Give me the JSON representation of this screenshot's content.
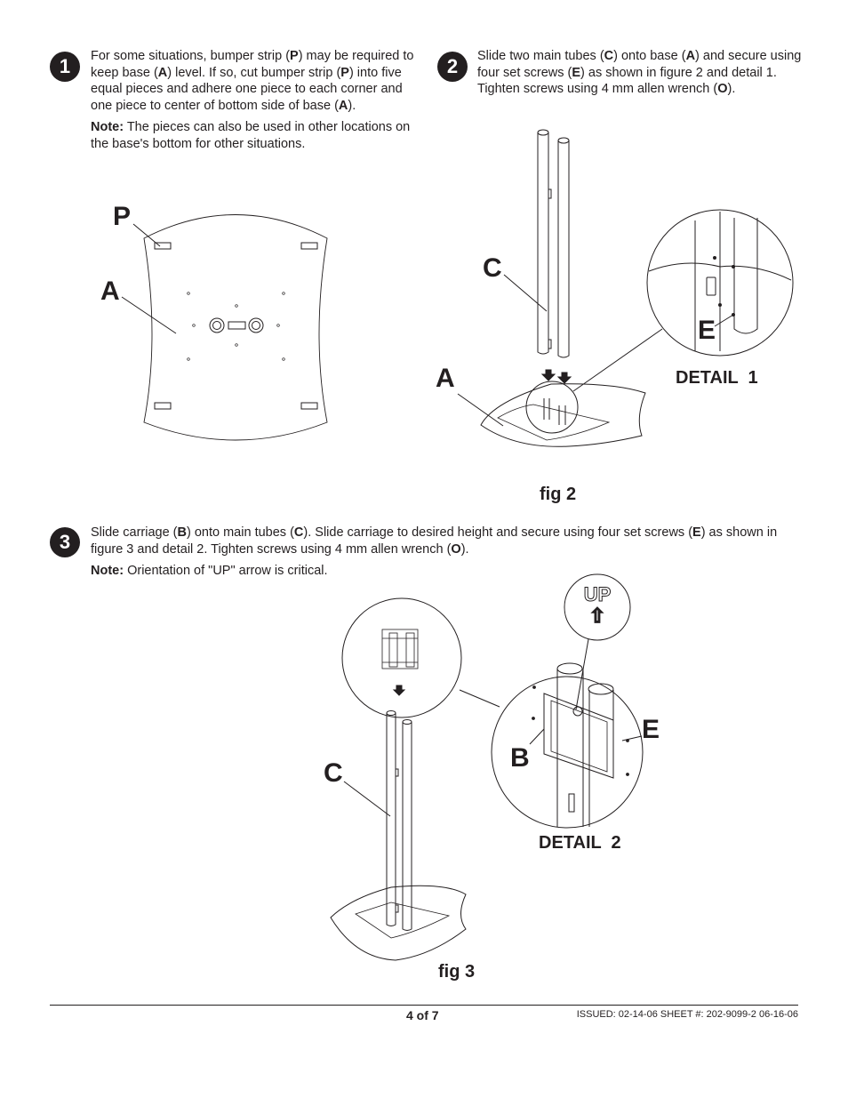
{
  "step1": {
    "number": "1",
    "p1": [
      "For some situations, bumper strip (",
      "P",
      ") may be required to keep base (",
      "A",
      ") level. If so, cut bumper strip (",
      "P",
      ") into five equal pieces and adhere one piece to each corner and one piece to center of bottom side of base (",
      "A",
      ")."
    ],
    "note_label": "Note:",
    "note_text": " The pieces can also be used in other locations on the base's bottom for other situations.",
    "label_p": "P",
    "label_a": "A"
  },
  "step2": {
    "number": "2",
    "p1": [
      "Slide two main tubes (",
      "C",
      ") onto base (",
      "A",
      ") and secure using four set screws (",
      "E",
      ") as shown in figure 2 and detail 1. Tighten screws using 4 mm allen wrench (",
      "O",
      ")."
    ],
    "label_c": "C",
    "label_a": "A",
    "label_e": "E",
    "detail": "DETAIL  1",
    "fig": "fig 2"
  },
  "step3": {
    "number": "3",
    "p1": [
      "Slide carriage (",
      "B",
      ") onto main tubes (",
      "C",
      "). Slide carriage to desired height and secure using four set screws (",
      "E",
      ") as shown in figure 3 and detail 2. Tighten screws using 4 mm allen wrench (",
      "O",
      ")."
    ],
    "note_label": "Note:",
    "note_text": " Orientation of \"UP\" arrow is critical.",
    "label_c": "C",
    "label_b": "B",
    "label_e": "E",
    "up_text": "UP",
    "detail": "DETAIL  2",
    "fig": "fig 3"
  },
  "footer": {
    "page": "4 of 7",
    "issued": "ISSUED: 02-14-06  SHEET #: 202-9099-2  06-16-06"
  }
}
